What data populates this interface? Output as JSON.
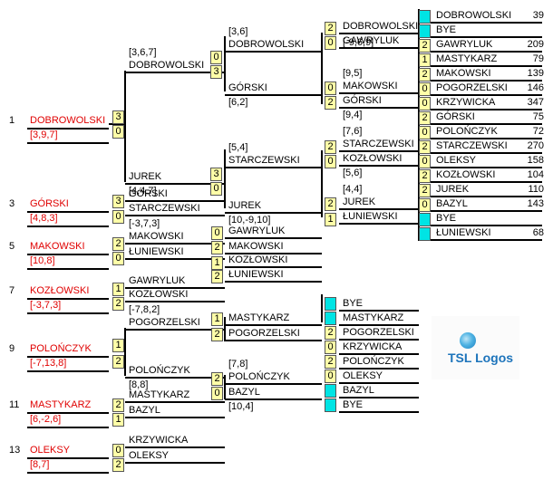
{
  "colors": {
    "score_bg": "#ffffa8",
    "bye_bg": "#00e4e4",
    "seed_red": "#e00000",
    "line": "#000000"
  },
  "logo": {
    "text": "TSL Logos",
    "icon": "globe-icon"
  },
  "seeds": [
    {
      "num": "1",
      "name": "DOBROWOLSKI",
      "sub": "[3,9,7]"
    },
    {
      "num": "3",
      "name": "GÓRSKI",
      "sub": "[4,8,3]"
    },
    {
      "num": "5",
      "name": "MAKOWSKI",
      "sub": "[10,8]"
    },
    {
      "num": "7",
      "name": "KOZŁOWSKI",
      "sub": "[-3,7,3]"
    },
    {
      "num": "9",
      "name": "POLOŃCZYK",
      "sub": "[-7,13,8]"
    },
    {
      "num": "11",
      "name": "MASTYKARZ",
      "sub": "[6,-2,6]"
    },
    {
      "num": "13",
      "name": "OLEKSY",
      "sub": "[8,7]"
    }
  ],
  "final_scores": {
    "top": "3",
    "bottom": "0"
  },
  "bracket": {
    "r1": [
      {
        "t": "DOBROWOLSKI",
        "b": "JUREK",
        "ts": "0",
        "bs": "3",
        "sub": "[3,6,7]",
        "bsub": "[4,4,7]"
      },
      {
        "t": "GÓRSKI",
        "b": "STARCZEWSKI",
        "ts": "3",
        "bs": "0"
      },
      {
        "t": "MAKOWSKI",
        "b": "ŁUNIEWSKI",
        "ts": "2",
        "bs": "0",
        "sub": "[-3,7,3]"
      },
      {
        "t": "GAWRYLUK",
        "b": "KOZŁOWSKI",
        "ts": "1",
        "bs": "2"
      },
      {
        "t": "POGORZELSKI",
        "b": "POLOŃCZYK",
        "ts": "1",
        "bs": "2",
        "sub": "[-7,8,2]",
        "bsub": "[8,8]"
      },
      {
        "t": "MASTYKARZ",
        "b": "BAZYL",
        "ts": "2",
        "bs": "1"
      },
      {
        "t": "KRZYWICKA",
        "b": "OLEKSY",
        "ts": "0",
        "bs": "2"
      }
    ],
    "r2": [
      {
        "t": "DOBROWOLSKI",
        "b": "GÓRSKI",
        "ts": "3",
        "bs": "0",
        "sub": "[3,6]",
        "bsub": "[6,2]"
      },
      {
        "t": "STARCZEWSKI",
        "b": "JUREK",
        "ts": "0",
        "bs": "3",
        "sub": "[5,4]",
        "bsub": "[10,-9,10]"
      },
      {
        "t": "GAWRYLUK",
        "b": "MAKOWSKI",
        "ts": "0",
        "bs": "2"
      },
      {
        "t": "KOZŁOWSKI",
        "b": "ŁUNIEWSKI",
        "ts": "1",
        "bs": "2"
      },
      {
        "t": "MASTYKARZ",
        "b": "POGORZELSKI",
        "ts": "1",
        "bs": "2"
      },
      {
        "t": "POLOŃCZYK",
        "b": "BAZYL",
        "ts": "2",
        "bs": "0",
        "sub": "[7,8]",
        "bsub": "[10,4]"
      }
    ],
    "r3": [
      {
        "t": "DOBROWOLSKI",
        "b": "GAWRYLUK",
        "ts": "2",
        "bs": "0",
        "sub": "[-9,6,9]"
      },
      {
        "t": "MAKOWSKI",
        "b": "GÓRSKI",
        "ts": "0",
        "bs": "2",
        "sub": "[9,5]",
        "bsub": "[9,4]"
      },
      {
        "t": "STARCZEWSKI",
        "b": "KOZŁOWSKI",
        "ts": "2",
        "bs": "0",
        "sub": "[7,6]",
        "bsub": "[5,6]"
      },
      {
        "t": "JUREK",
        "b": "ŁUNIEWSKI",
        "ts": "2",
        "bs": "1",
        "sub": "[4,4]"
      },
      {
        "t": "BYE",
        "b": "MASTYKARZ"
      },
      {
        "t": "POGORZELSKI",
        "b": "KRZYWICKA",
        "ts": "2",
        "bs": "0"
      },
      {
        "t": "POLOŃCZYK",
        "b": "OLEKSY",
        "ts": "2",
        "bs": "0"
      },
      {
        "t": "BAZYL",
        "b": "BYE"
      }
    ],
    "r4": [
      {
        "t": "DOBROWOLSKI",
        "b": "BYE",
        "tn": "39"
      },
      {
        "t": "GAWRYLUK",
        "b": "MASTYKARZ",
        "ts": "2",
        "bs": "1",
        "tn": "209",
        "bn": "79"
      },
      {
        "t": "MAKOWSKI",
        "b": "POGORZELSKI",
        "ts": "2",
        "bs": "0",
        "tn": "139",
        "bn": "146"
      },
      {
        "t": "KRZYWICKA",
        "b": "GÓRSKI",
        "ts": "0",
        "bs": "2",
        "tn": "347",
        "bn": "75"
      },
      {
        "t": "POLOŃCZYK",
        "b": "STARCZEWSKI",
        "ts": "0",
        "bs": "2",
        "tn": "72",
        "bn": "270"
      },
      {
        "t": "OLEKSY",
        "b": "KOZŁOWSKI",
        "ts": "0",
        "bs": "2",
        "tn": "158",
        "bn": "104"
      },
      {
        "t": "JUREK",
        "b": "BAZYL",
        "ts": "2",
        "bs": "0",
        "tn": "110",
        "bn": "143"
      },
      {
        "t": "BYE",
        "b": "ŁUNIEWSKI",
        "bn": "68"
      }
    ]
  }
}
